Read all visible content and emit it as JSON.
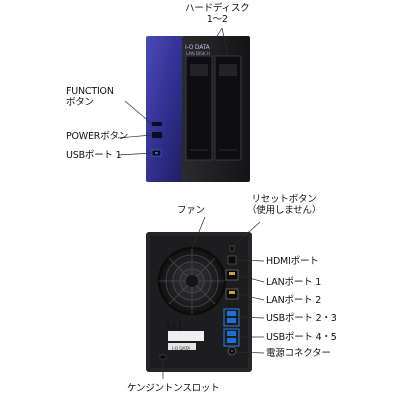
{
  "front": {
    "brand": "I-O DATA",
    "model": "LAN DISK H",
    "callouts": {
      "hdd": [
        "ハードディスク",
        "1〜2"
      ],
      "function": [
        "FUNCTION",
        "ボタン"
      ],
      "power": "POWERボタン",
      "usb1": "USBポート 1"
    }
  },
  "back": {
    "brand": "I-O DATA",
    "callouts": {
      "fan": "ファン",
      "reset": [
        "リセットボタン",
        "（使用しません）"
      ],
      "hdmi": "HDMIポート",
      "lan1": "LANポート 1",
      "lan2": "LANポート 2",
      "usb23": "USBポート 2・3",
      "usb45": "USBポート 4・5",
      "power": "電源コネクター",
      "kensington": "ケンジントンスロット"
    }
  },
  "colors": {
    "accent": "#3b3ba0",
    "body": "#1d1d1f",
    "usb": "#1f6fd6",
    "highlight": "#2a7fe0",
    "callout_line": "#2d2d2d"
  }
}
